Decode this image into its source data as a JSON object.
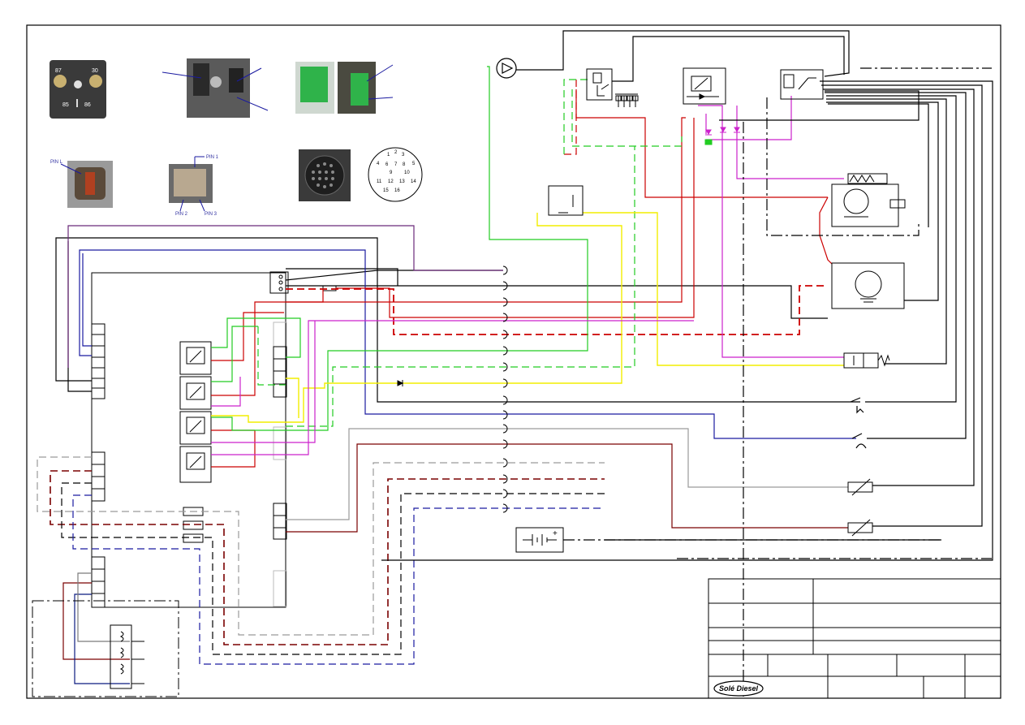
{
  "relay_photo": {
    "pins": [
      "87",
      "30",
      "85",
      "86"
    ]
  },
  "sensor_photo": {
    "pin_labels": [
      "PIN L",
      "PIN 1",
      "PIN 2",
      "PIN 3"
    ]
  },
  "round_connector": {
    "pins": [
      "1",
      "2",
      "3",
      "4",
      "5",
      "6",
      "7",
      "8",
      "9",
      "10",
      "11",
      "12",
      "13",
      "14",
      "15",
      "16"
    ]
  },
  "battery": {
    "plus": "+"
  },
  "title_block": {
    "logo": "Solé Diesel"
  },
  "colors": {
    "black": "#000000",
    "red": "#cc0000",
    "dark_red": "#7a0000",
    "green": "#22cc22",
    "yellow": "#f2ee00",
    "magenta": "#cc22cc",
    "purple": "#6b2a7a",
    "blue": "#1a1aa0",
    "navy": "#0a1a80",
    "grey": "#9a9a9a"
  }
}
